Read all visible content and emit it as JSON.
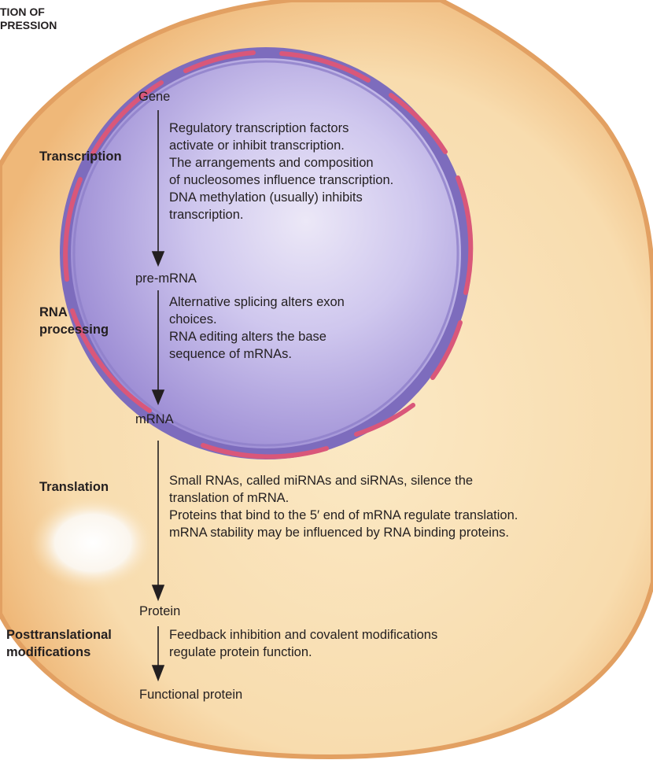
{
  "title": {
    "line1": "TION OF",
    "line2": "PRESSION"
  },
  "nodes": {
    "gene": "Gene",
    "pre_mrna": "pre-mRNA",
    "mrna": "mRNA",
    "protein": "Protein",
    "functional_protein": "Functional protein"
  },
  "stages": {
    "transcription": "Transcription",
    "rna_processing_1": "RNA",
    "rna_processing_2": "processing",
    "translation": "Translation",
    "posttranslational_1": "Posttranslational",
    "posttranslational_2": "modifications"
  },
  "descriptions": {
    "transcription": [
      "Regulatory transcription factors",
      "activate or inhibit transcription.",
      "The arrangements and composition",
      "of nucleosomes influence transcription.",
      "DNA methylation (usually) inhibits",
      "transcription."
    ],
    "rna_processing": [
      "Alternative splicing alters exon",
      "choices.",
      "RNA editing alters the base",
      "sequence of mRNAs."
    ],
    "translation": [
      "Small RNAs, called miRNAs and siRNAs, silence the",
      "translation of mRNA.",
      "Proteins that bind to the 5′ end of mRNA regulate translation.",
      "mRNA stability may be influenced by RNA binding proteins."
    ],
    "posttranslational": [
      "Feedback inhibition and covalent modifications",
      "regulate protein function."
    ]
  },
  "colors": {
    "cytoplasm": "#f8ddb0",
    "cell_edge": "#e7a767",
    "nucleus": "#a99ad9",
    "envelope": "#7464b6",
    "envelope_band": "#d9577a",
    "arrow": "#231f20"
  }
}
